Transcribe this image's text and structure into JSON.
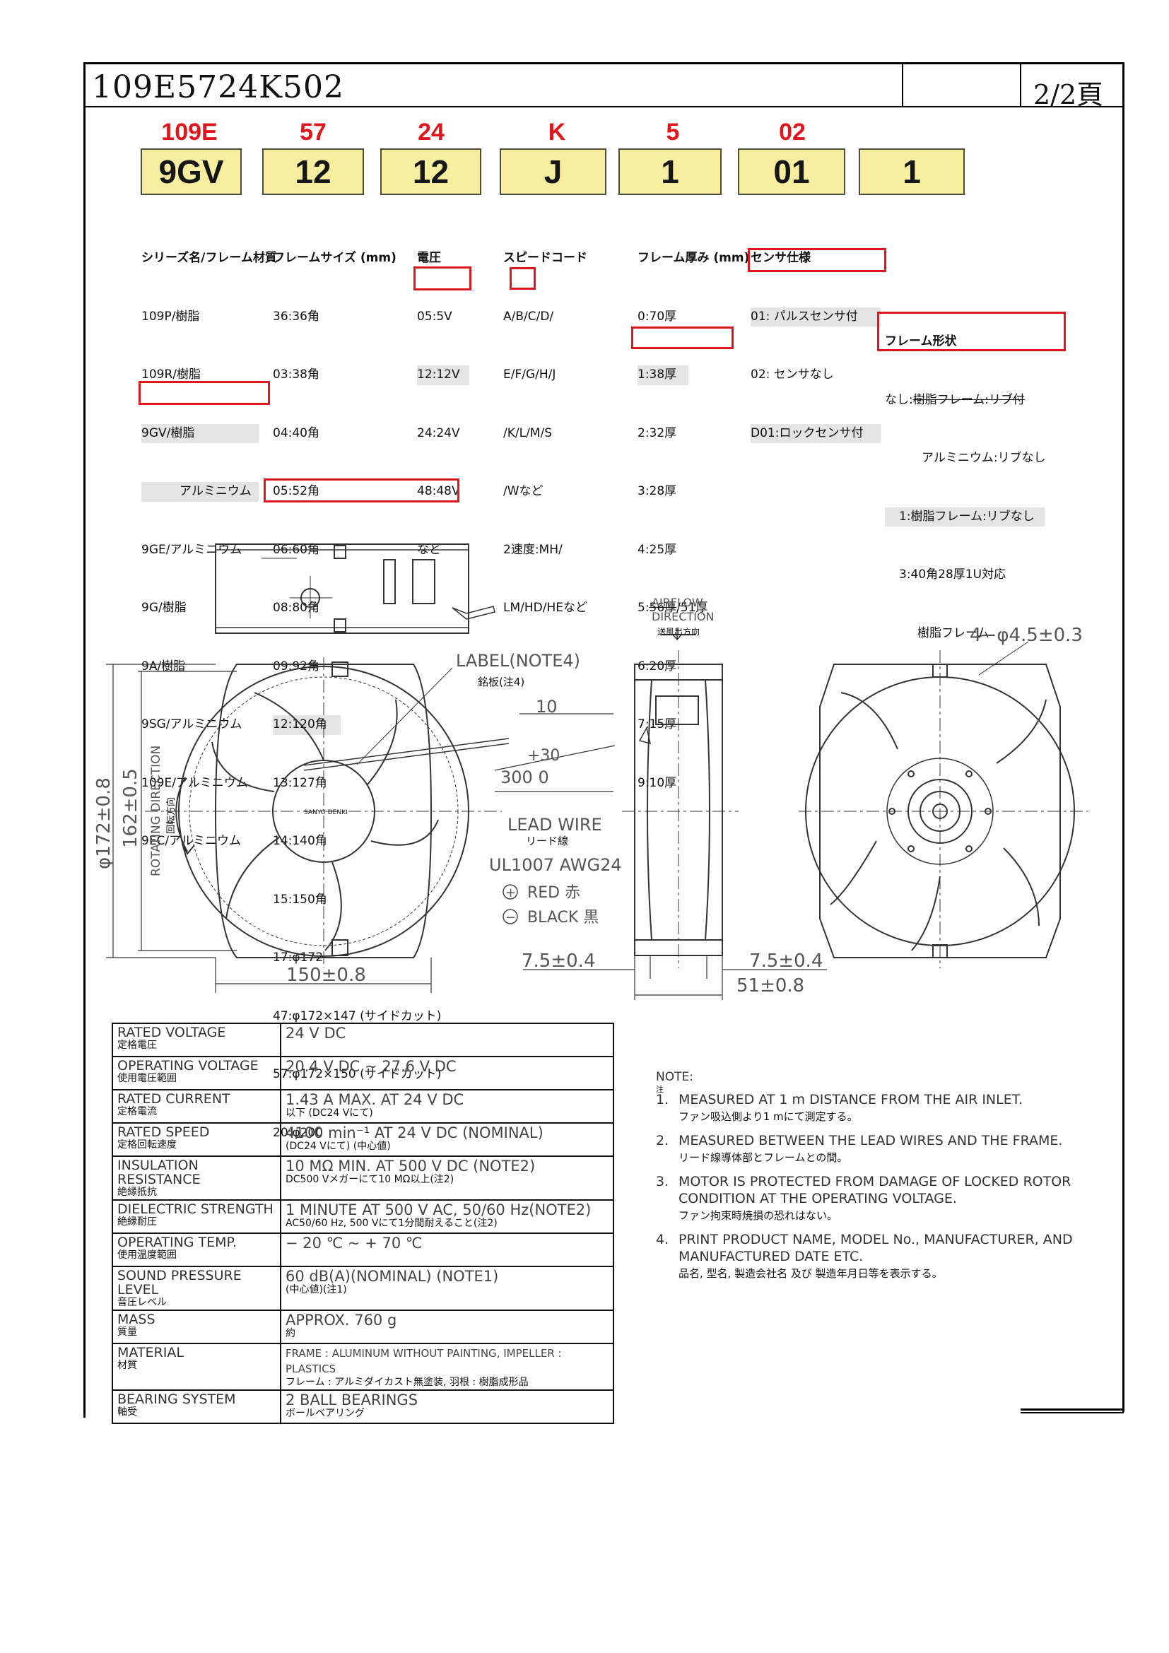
{
  "header": {
    "title": "109E5724K502",
    "page": "2/2頁"
  },
  "codes": {
    "red": [
      "109E",
      "57",
      "24",
      "K",
      "5",
      "02"
    ],
    "boxes": [
      "9GV",
      "12",
      "12",
      "J",
      "1",
      "01",
      "1"
    ]
  },
  "series_col": {
    "heading": "シリーズ名/フレーム材質",
    "items": [
      "109P/樹脂",
      "109R/樹脂",
      "9GV/樹脂",
      "アルミニウム",
      "9GE/アルミニウム",
      "9G/樹脂",
      "9A/樹脂",
      "9SG/アルミニウム",
      "109E/アルミニウム",
      "9EC/アルミニウム"
    ]
  },
  "size_col": {
    "heading": "フレームサイズ (mm)",
    "items": [
      "36:36角",
      "03:38角",
      "04:40角",
      "05:52角",
      "06:60角",
      "08:80角",
      "09:92角",
      "12:120角",
      "13:127角",
      "14:140角",
      "15:150角",
      "17:φ172",
      "47:φ172×147 (サイドカット)",
      "57:φ172×150 (サイドカット)",
      "20:φ200"
    ]
  },
  "voltage_col": {
    "heading": "電圧",
    "items": [
      "05:5V",
      "12:12V",
      "24:24V",
      "48:48V",
      "など"
    ]
  },
  "speed_col": {
    "heading": "スピードコード",
    "items": [
      "A/B/C/D/",
      "E/F/G/H/J",
      "/K/L/M/S",
      "/Wなど",
      "2速度:MH/",
      "LM/HD/HEなど"
    ]
  },
  "thick_col": {
    "heading": "フレーム厚み (mm)",
    "items": [
      "0:70厚",
      "1:38厚",
      "2:32厚",
      "3:28厚",
      "4:25厚",
      "5:",
      "56厚",
      "/51厚",
      "6:20厚",
      "7:15厚",
      "9:10厚"
    ]
  },
  "sensor_col": {
    "heading": "センサ仕様",
    "items": [
      "01: パルスセンサ付",
      "02: センサなし",
      "D01:ロックセンサ付"
    ]
  },
  "frame_col": {
    "heading": "フレーム形状",
    "items": [
      "なし:",
      "樹脂フレーム:リブ付",
      "アルミニウム:リブなし",
      "1:樹脂フレーム:リブなし",
      "3:40角28厚1U対応",
      "樹脂フレーム"
    ]
  },
  "drawing": {
    "airflow": [
      "AIRFLOW",
      "DIRECTION",
      "送風出方向"
    ],
    "holes": "4−φ4.5±0.3",
    "label": "LABEL(NOTE4)",
    "label_jp": "銘板(注4)",
    "d10": "10",
    "d_tol": "+30",
    "d300": "300  0",
    "lead_wire": "LEAD WIRE",
    "lead_wire_jp": "リード線",
    "ul": "UL1007 AWG24",
    "red": "RED 赤",
    "black": "BLACK 黒",
    "rotating": "ROTATING DIRECTION",
    "rotating_jp": "回転方向",
    "d172": "φ172±0.8",
    "d162": "162±0.5",
    "d150": "150±0.8",
    "d75a": "7.5±0.4",
    "d75b": "7.5±0.4",
    "d51": "51±0.8",
    "brand": "SANYO DENKI",
    "plus": "+",
    "minus": "−"
  },
  "specs": [
    {
      "k": "RATED VOLTAGE",
      "kj": "定格電圧",
      "v": "24 V DC",
      "vj": ""
    },
    {
      "k": "OPERATING VOLTAGE",
      "kj": "使用電圧範囲",
      "v": "20.4 V DC ~ 27.6 V DC",
      "vj": ""
    },
    {
      "k": "RATED CURRENT",
      "kj": "定格電流",
      "v": "1.43 A MAX. AT 24 V DC",
      "vj": "以下 (DC24 Vにて)"
    },
    {
      "k": "RATED SPEED",
      "kj": "定格回転速度",
      "v": "4100 min⁻¹ AT 24 V DC (NOMINAL)",
      "vj": "(DC24 Vにて)  (中心値)"
    },
    {
      "k": "INSULATION RESISTANCE",
      "kj": "絶縁抵抗",
      "v": "10 MΩ MIN. AT 500 V DC (NOTE2)",
      "vj": "DC500 Vメガーにて10 MΩ以上(注2)"
    },
    {
      "k": "DIELECTRIC STRENGTH",
      "kj": "絶縁耐圧",
      "v": "1 MINUTE AT 500 V AC, 50/60 Hz(NOTE2)",
      "vj": "AC50/60 Hz, 500 Vにて1分間耐えること(注2)"
    },
    {
      "k": "OPERATING TEMP.",
      "kj": "使用温度範囲",
      "v": "− 20 ℃ ~ + 70 ℃",
      "vj": ""
    },
    {
      "k": "SOUND PRESSURE LEVEL",
      "kj": "音圧レベル",
      "v": "60 dB(A)(NOMINAL)  (NOTE1)",
      "vj": "(中心値)(注1)"
    },
    {
      "k": "MASS",
      "kj": "質量",
      "v": "APPROX. 760 g",
      "vj": "約"
    },
    {
      "k": "MATERIAL",
      "kj": "材質",
      "v": "FRAME : ALUMINUM WITHOUT PAINTING, IMPELLER : PLASTICS",
      "vj": "フレーム : アルミダイカスト無塗装, 羽根 : 樹脂成形品"
    },
    {
      "k": "BEARING SYSTEM",
      "kj": "軸受",
      "v": "2 BALL BEARINGS",
      "vj": "ボールベアリング"
    }
  ],
  "notes": {
    "heading": "NOTE:",
    "heading_jp": "注",
    "items": [
      {
        "n": "1.",
        "en": "MEASURED AT 1 m DISTANCE FROM THE AIR INLET.",
        "jp": "ファン吸込側より1 mにて測定する。"
      },
      {
        "n": "2.",
        "en": "MEASURED BETWEEN THE LEAD WIRES AND THE FRAME.",
        "jp": "リード線導体部とフレームとの間。"
      },
      {
        "n": "3.",
        "en": "MOTOR IS PROTECTED FROM DAMAGE OF LOCKED ROTOR CONDITION AT THE OPERATING VOLTAGE.",
        "jp": "ファン拘束時焼損の恐れはない。"
      },
      {
        "n": "4.",
        "en": "PRINT PRODUCT NAME, MODEL No., MANUFACTURER, AND MANUFACTURED DATE ETC.",
        "jp": "品名, 型名, 製造会社名 及び 製造年月日等を表示する。"
      }
    ]
  }
}
